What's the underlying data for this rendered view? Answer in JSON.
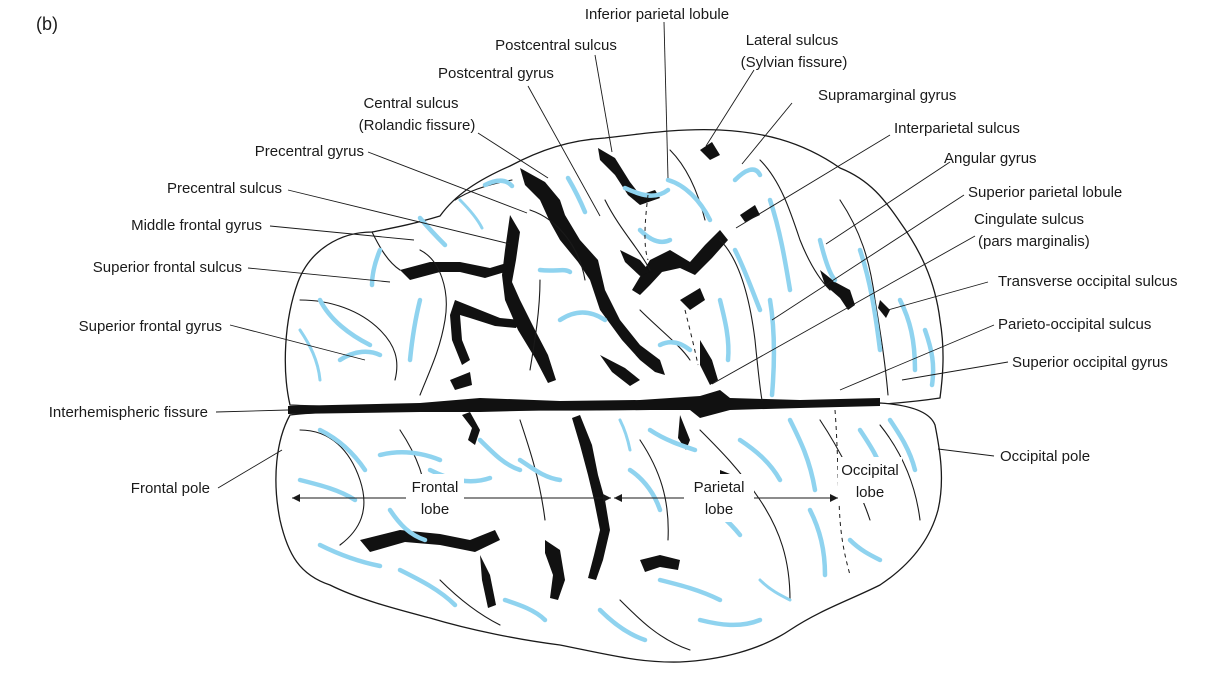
{
  "panel_label": "(b)",
  "labels": {
    "inferior_parietal_lobule": "Inferior parietal lobule",
    "postcentral_sulcus": "Postcentral sulcus",
    "lateral_sulcus": "Lateral sulcus",
    "sylvian_fissure": "(Sylvian fissure)",
    "postcentral_gyrus": "Postcentral gyrus",
    "supramarginal_gyrus": "Supramarginal gyrus",
    "central_sulcus": "Central sulcus",
    "rolandic_fissure": "(Rolandic fissure)",
    "interparietal_sulcus": "Interparietal sulcus",
    "precentral_gyrus": "Precentral gyrus",
    "angular_gyrus": "Angular gyrus",
    "precentral_sulcus": "Precentral sulcus",
    "superior_parietal_lobule": "Superior parietal lobule",
    "middle_frontal_gyrus": "Middle frontal gyrus",
    "cingulate_sulcus": "Cingulate sulcus",
    "pars_marginalis": "(pars marginalis)",
    "superior_frontal_sulcus": "Superior frontal sulcus",
    "transverse_occipital_sulcus": "Transverse occipital sulcus",
    "superior_frontal_gyrus": "Superior frontal gyrus",
    "parieto_occipital_sulcus": "Parieto-occipital sulcus",
    "superior_occipital_gyrus": "Superior occipital gyrus",
    "interhemispheric_fissure": "Interhemispheric fissure",
    "occipital_pole": "Occipital pole",
    "frontal_pole": "Frontal pole"
  },
  "lobes": {
    "frontal_line1": "Frontal",
    "frontal_line2": "lobe",
    "parietal_line1": "Parietal",
    "parietal_line2": "lobe",
    "occipital_line1": "Occipital",
    "occipital_line2": "lobe"
  },
  "colors": {
    "sulcus_fill": "#111111",
    "blue_sulci": "#8fd3ef",
    "outline": "#1a1a1a",
    "background": "#ffffff"
  }
}
